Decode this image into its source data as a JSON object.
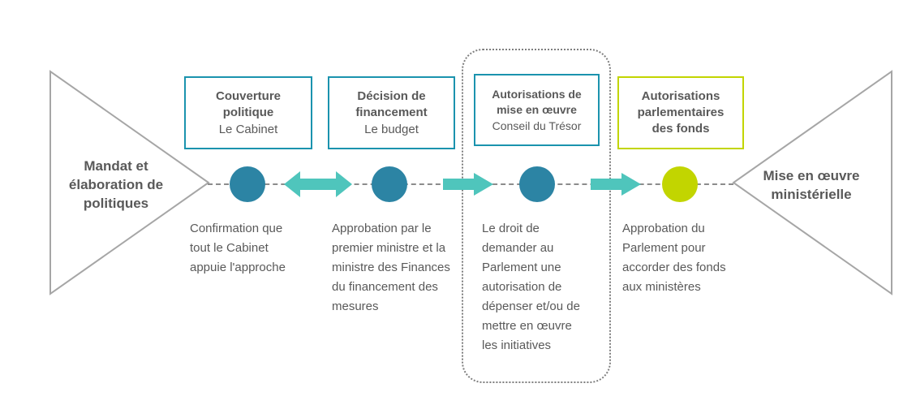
{
  "endpoints": {
    "left": "Mandat et élaboration de politiques",
    "right": "Mise en œuvre ministérielle"
  },
  "stages": [
    {
      "title": "Couverture politique",
      "subtitle": "Le Cabinet",
      "description": "Confirmation que tout le Cabinet appuie l'approche",
      "accent": "#1b93ae",
      "highlighted": false
    },
    {
      "title": "Décision de financement",
      "subtitle": "Le budget",
      "description": "Approbation par le premier ministre et la ministre des Finances du financement des mesures",
      "accent": "#1b93ae",
      "highlighted": false
    },
    {
      "title": "Autorisations de mise en œuvre",
      "subtitle": "Conseil du Trésor",
      "description": "Le droit de demander au Parlement une autorisation de dépenser et/ou de mettre en œuvre les initiatives",
      "accent": "#1b93ae",
      "highlighted": true
    },
    {
      "title": "Autorisations parlementaires des fonds",
      "subtitle": "",
      "description": "Approbation du Parlement pour accorder des fonds aux ministères",
      "accent": "#c2d500",
      "highlighted": false
    }
  ],
  "connectors": [
    {
      "type": "double-arrow"
    },
    {
      "type": "arrow-right"
    },
    {
      "type": "arrow-right"
    }
  ],
  "colors": {
    "teal_border": "#1b93ae",
    "teal_node": "#2c84a4",
    "green": "#c2d500",
    "arrow": "#4fc5bc",
    "gray_line": "#8c8c8c",
    "gray_triangle": "#a6a6a6",
    "text": "#595959"
  }
}
